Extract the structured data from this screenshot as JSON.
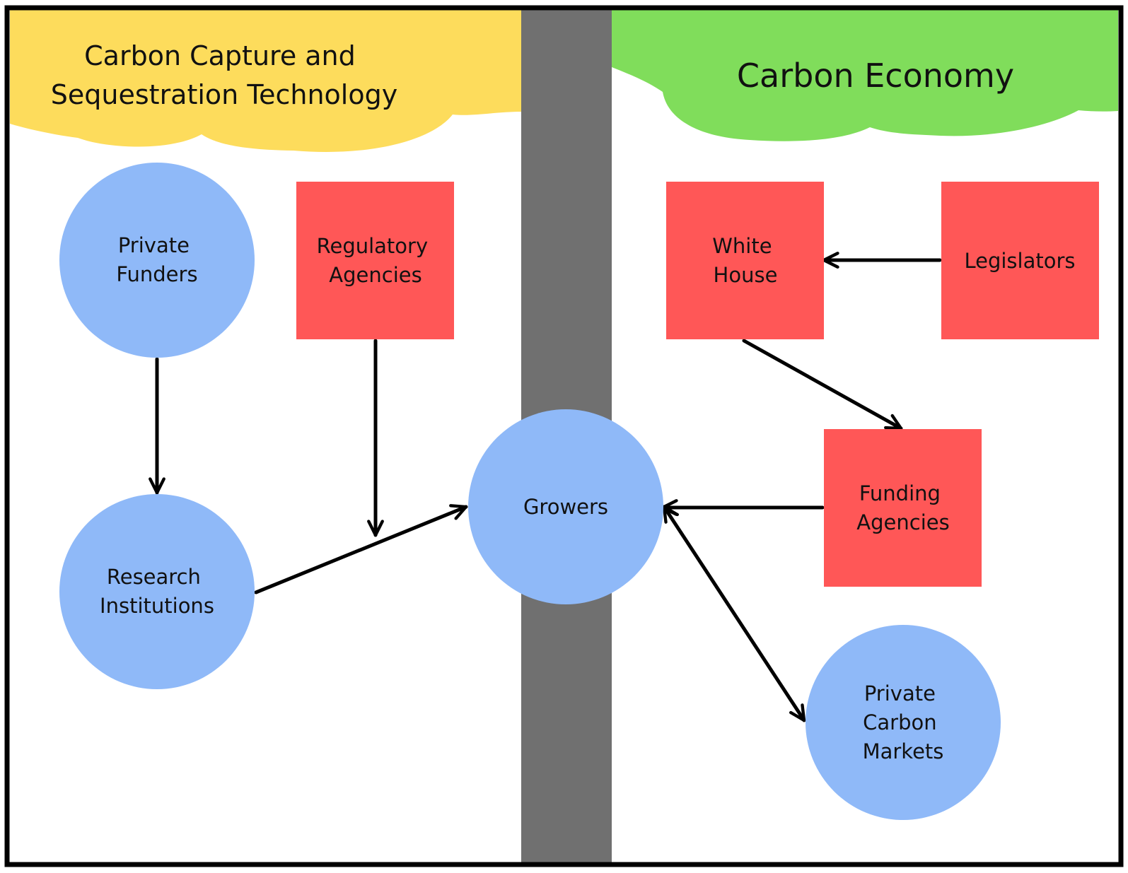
{
  "colors": {
    "left_header": "#FDDC5C",
    "right_header": "#80DD5B",
    "divider": "#707070",
    "circle_node": "#8FB9F8",
    "square_node": "#FF5757",
    "border": "#000000"
  },
  "headers": {
    "left": [
      "Carbon Capture and",
      "Sequestration Technology"
    ],
    "right": "Carbon Economy"
  },
  "nodes": {
    "private_funders": {
      "shape": "circle",
      "lines": [
        "Private",
        "Funders"
      ]
    },
    "regulatory_agencies": {
      "shape": "square",
      "lines": [
        "Regulatory",
        "Agencies"
      ]
    },
    "research_institutions": {
      "shape": "circle",
      "lines": [
        "Research",
        "Institutions"
      ]
    },
    "growers": {
      "shape": "circle",
      "lines": [
        "Growers"
      ]
    },
    "white_house": {
      "shape": "square",
      "lines": [
        "White",
        "House"
      ]
    },
    "legislators": {
      "shape": "square",
      "lines": [
        "Legislators"
      ]
    },
    "funding_agencies": {
      "shape": "square",
      "lines": [
        "Funding",
        "Agencies"
      ]
    },
    "private_carbon_markets": {
      "shape": "circle",
      "lines": [
        "Private",
        "Carbon",
        "Markets"
      ]
    }
  },
  "edges": [
    {
      "from": "private_funders",
      "to": "research_institutions",
      "direction": "forward"
    },
    {
      "from": "regulatory_agencies",
      "to": "research_to_growers_edge",
      "direction": "forward"
    },
    {
      "from": "research_institutions",
      "to": "growers",
      "direction": "forward"
    },
    {
      "from": "legislators",
      "to": "white_house",
      "direction": "forward"
    },
    {
      "from": "white_house",
      "to": "funding_agencies",
      "direction": "forward"
    },
    {
      "from": "funding_agencies",
      "to": "growers",
      "direction": "forward"
    },
    {
      "from": "growers",
      "to": "private_carbon_markets",
      "direction": "both"
    }
  ]
}
